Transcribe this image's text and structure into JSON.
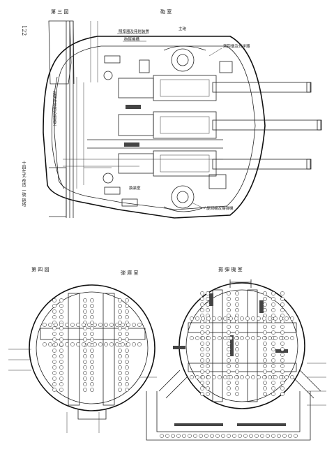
{
  "page": {
    "page_number": "122",
    "fig_top_label": "第 三 図",
    "fig_top_title": "砲 室",
    "fig_bottom_label": "第 四 図",
    "fig_bottom_title_left": "弾 庫 室",
    "fig_bottom_title_right": "揚 弾 機 室",
    "margin_text": "十四年式 改造 一號 砲塔",
    "callout_top_1": "照準器及発射装置",
    "callout_top_2": "砲尾機構",
    "callout_top_3": "主砲",
    "callout_top_right": "測距儀及光学器",
    "callout_left_panel": "指揮所及電気装置室",
    "callout_bottom_right": "旋回機及揚弾機",
    "callout_bottom_center": "換装室"
  }
}
